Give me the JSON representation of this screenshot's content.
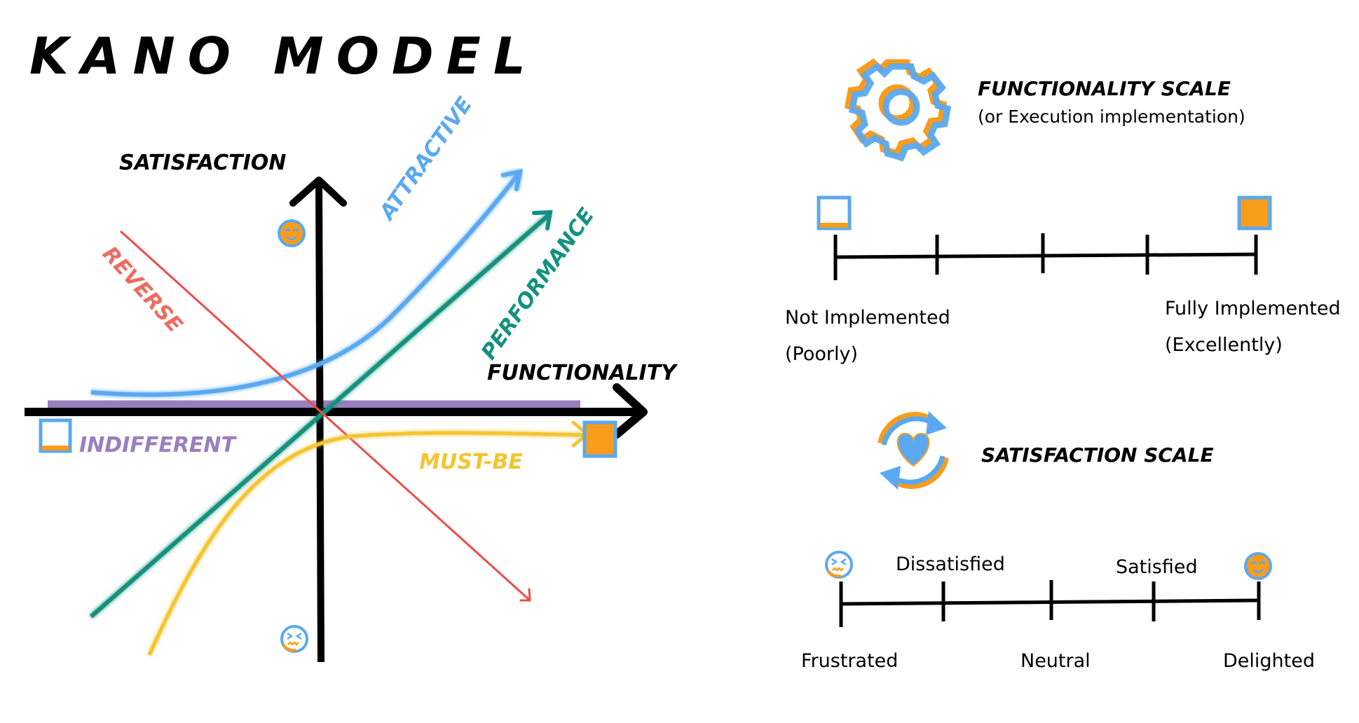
{
  "title": "KANO MODEL",
  "chart": {
    "y_axis_label": "Satisfaction",
    "x_axis_label": "Functionality",
    "curves": [
      {
        "name": "Attractive",
        "label": "Attractive",
        "color": "#5aa9f0"
      },
      {
        "name": "Performance",
        "label": "Performance",
        "color": "#13917e"
      },
      {
        "name": "Reverse",
        "label": "Reverse",
        "color": "#ef4b45"
      },
      {
        "name": "Indifferent",
        "label": "Indifferent",
        "color": "#9a7fbd"
      },
      {
        "name": "Must-be",
        "label": "Must-be",
        "color": "#f4c430"
      }
    ],
    "top_emoji": "delighted-face",
    "bottom_emoji": "frustrated-face"
  },
  "functionality_scale": {
    "title": "Functionality Scale",
    "subtitle": "(or Execution implementation)",
    "left_label_1": "Not Implemented",
    "left_label_2": "(Poorly)",
    "right_label_1": "Fully Implemented",
    "right_label_2": "(Excellently)",
    "ticks": 5
  },
  "satisfaction_scale": {
    "title": "Satisfaction Scale",
    "labels_above": [
      "Dissatisfied",
      "Satisfied"
    ],
    "labels_below": [
      "Frustrated",
      "Neutral",
      "Delighted"
    ],
    "ticks": 5
  },
  "colors": {
    "blue": "#5aa9f0",
    "orange": "#f89c1c",
    "black": "#000000"
  }
}
